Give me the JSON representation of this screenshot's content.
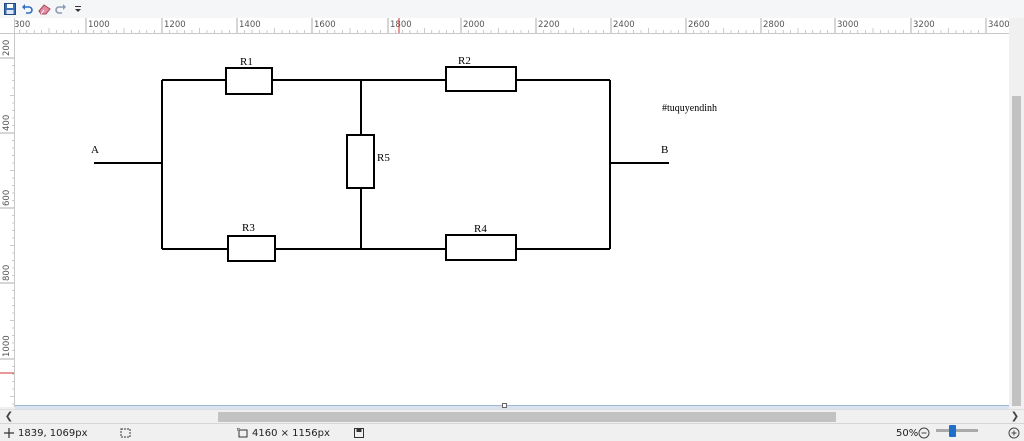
{
  "toolbar": {
    "icons": [
      "save-icon",
      "undo-icon",
      "eraser-icon",
      "redo-icon",
      "customize-dropdown-icon"
    ]
  },
  "ruler": {
    "horizontal_labels": [
      "300",
      "1000",
      "1200",
      "1400",
      "1600",
      "1800",
      "2000",
      "2200",
      "2400",
      "2600",
      "2800",
      "3000",
      "3200",
      "3400"
    ],
    "vertical_labels": [
      "200",
      "400",
      "600",
      "800",
      "1000"
    ]
  },
  "circuit": {
    "label_a": "A",
    "label_b": "B",
    "r1": "R1",
    "r2": "R2",
    "r3": "R3",
    "r4": "R4",
    "r5": "R5",
    "tag": "#tuquyendinh"
  },
  "status": {
    "cursor_position": "1839, 1069px",
    "image_size": "4160 × 1156px",
    "zoom": "50%"
  },
  "colors": {
    "ruler_marker": "#d33030",
    "selection_accent": "#1e6fc9"
  }
}
